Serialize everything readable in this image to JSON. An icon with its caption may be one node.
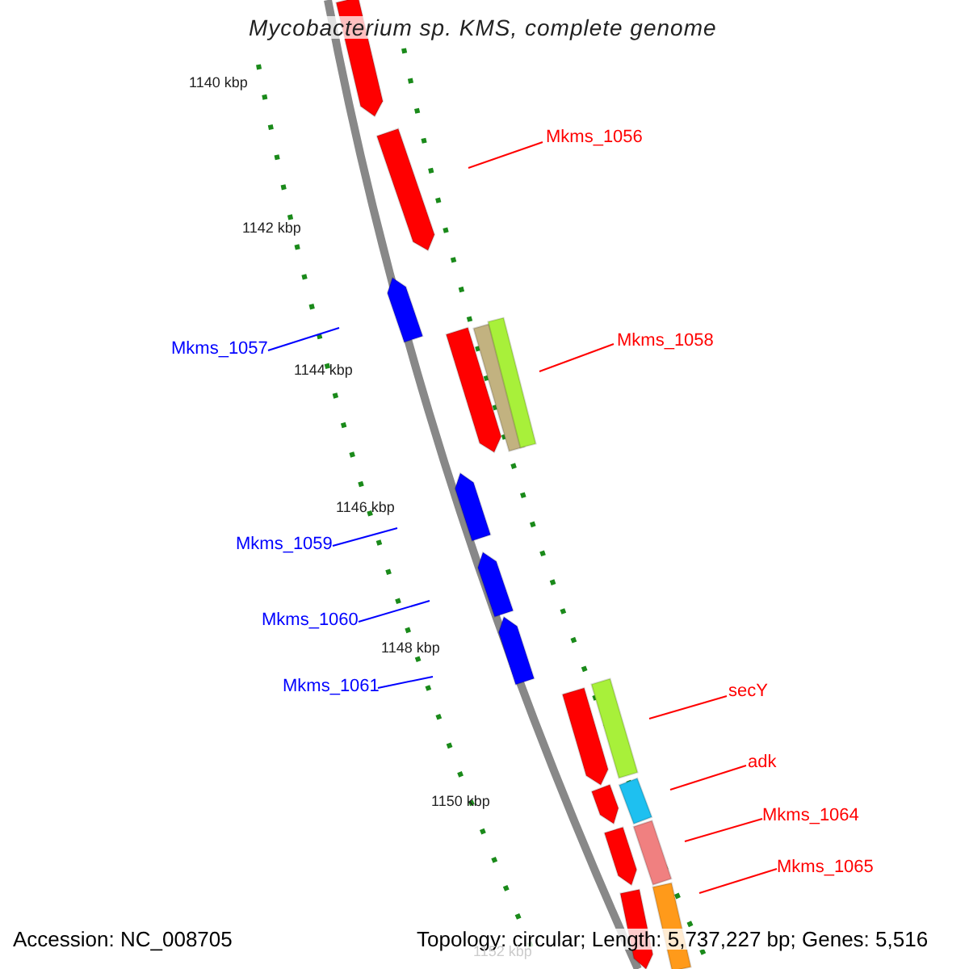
{
  "diagram": {
    "title": "Mycobacterium sp. KMS, complete genome",
    "nodes": [
      {
        "text": [
          "Mkms_1056"
        ]
      },
      {
        "text": [
          "Mkms_1057"
        ]
      },
      {
        "text": [
          "Mkms_1058"
        ]
      },
      {
        "text": [
          "Mkms_1059"
        ]
      },
      {
        "text": [
          "Mkms_1060"
        ]
      },
      {
        "text": [
          "Mkms_1061"
        ]
      },
      {
        "text": [
          "secY"
        ]
      },
      {
        "text": [
          "adk"
        ]
      },
      {
        "text": [
          "Mkms_1064"
        ]
      },
      {
        "text": [
          "Mkms_1065"
        ]
      }
    ],
    "edges": [
      {
        "from": 0,
        "to": null,
        "arrow": "none",
        "color": "#ff0000"
      },
      {
        "from": 1,
        "to": null,
        "arrow": "none",
        "color": "#0000ff"
      },
      {
        "from": 2,
        "to": null,
        "arrow": "none",
        "color": "#ff0000"
      },
      {
        "from": 3,
        "to": null,
        "arrow": "none",
        "color": "#0000ff"
      },
      {
        "from": 4,
        "to": null,
        "arrow": "none",
        "color": "#0000ff"
      },
      {
        "from": 5,
        "to": null,
        "arrow": "none",
        "color": "#0000ff"
      },
      {
        "from": 6,
        "to": null,
        "arrow": "none",
        "color": "#ff0000"
      },
      {
        "from": 7,
        "to": null,
        "arrow": "none",
        "color": "#ff0000"
      },
      {
        "from": 8,
        "to": null,
        "arrow": "none",
        "color": "#ff0000"
      },
      {
        "from": 9,
        "to": null,
        "arrow": "none",
        "color": "#ff0000"
      }
    ],
    "labels": [
      "1140 kbp",
      "1142 kbp",
      "1144 kbp",
      "1146 kbp",
      "1148 kbp",
      "1150 kbp",
      "Accession: NC_008705",
      "Topology: circular; Length: 5,737,227 bp; Genes: 5,516",
      "1152 kbp"
    ]
  }
}
